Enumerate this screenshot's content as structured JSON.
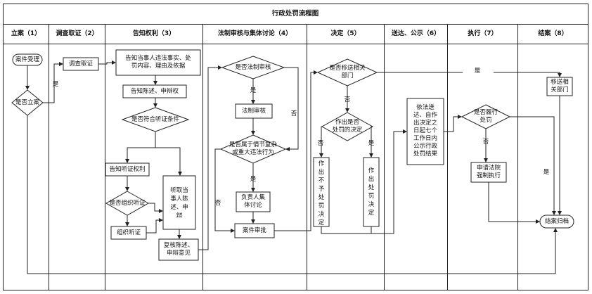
{
  "title": "行政处罚流程图",
  "columns": [
    {
      "label": "立案（1）"
    },
    {
      "label": "调查取证（2）"
    },
    {
      "label": "告知权利（3）"
    },
    {
      "label": "法制审核与集体讨论（4）"
    },
    {
      "label": "决定（5）"
    },
    {
      "label": "送达、公示（6）"
    },
    {
      "label": "执行（7）"
    },
    {
      "label": "结案（8）"
    }
  ],
  "nodes": {
    "case_accept": "案件受理",
    "is_file": "是否立案",
    "investigate": "调查取证",
    "inform": "告知当事人违法事实、处\n罚内容、理由及依据",
    "inform_defense": "告知陈述、申辩权",
    "meet_hearing": "是否符合听证条件",
    "inform_hearing": "告知听证权利",
    "organize_q": "是否组织听证",
    "organize": "组织听证",
    "listen": "听取当\n事人陈\n述、申\n辩",
    "review": "复核陈述、\n申辩意见",
    "legal_q": "是否法制审核",
    "legal": "法制审核",
    "collective_q": "是否属于情节复杂\n或重大违法行为",
    "collective": "负责人集\n体讨论",
    "approve": "案件审批",
    "transfer_q": "是否移送相关\n部门",
    "penalty_q": "作出是否\n处罚的决定",
    "no_penalty": "作\n出\n不\n予\n处\n罚\n决\n定",
    "penalty": "作\n出\n处\n罚\n决\n定",
    "deliver": "依法送\n达、自作\n出决定之\n日起七个\n工作日内\n公示行政\n处罚结果",
    "fulfil_q": "是否履行\n处罚",
    "enforce": "申请法院\n强制执行",
    "transfer": "移送相\n关部门",
    "close": "结案归档"
  },
  "labels": {
    "yes": "是",
    "no": "否"
  }
}
